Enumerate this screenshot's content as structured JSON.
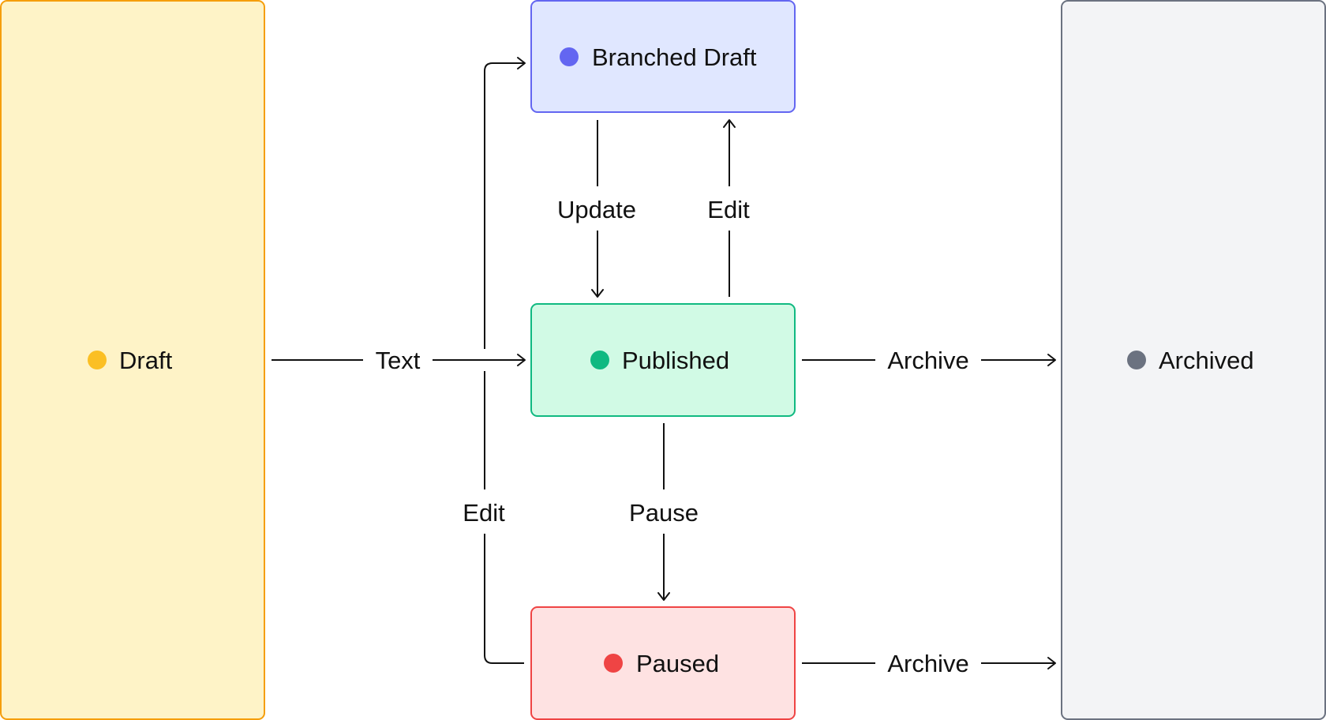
{
  "states": {
    "draft": {
      "label": "Draft",
      "fill": "#fef3c7",
      "border": "#f59e0b",
      "dot": "#fbbf24"
    },
    "branched_draft": {
      "label": "Branched Draft",
      "fill": "#e0e7ff",
      "border": "#6366f1",
      "dot": "#6366f1"
    },
    "published": {
      "label": "Published",
      "fill": "#d1fae5",
      "border": "#10b981",
      "dot": "#10b981"
    },
    "paused": {
      "label": "Paused",
      "fill": "#fee2e2",
      "border": "#ef4444",
      "dot": "#ef4444"
    },
    "archived": {
      "label": "Archived",
      "fill": "#f3f4f6",
      "border": "#6b7280",
      "dot": "#6b7280"
    }
  },
  "transitions": {
    "draft_to_published": "Text",
    "branched_to_published": "Update",
    "published_to_branched": "Edit",
    "published_to_archived": "Archive",
    "published_to_paused": "Pause",
    "paused_to_branched": "Edit",
    "paused_to_archived": "Archive"
  },
  "colors": {
    "line": "#111111",
    "text": "#111111"
  }
}
